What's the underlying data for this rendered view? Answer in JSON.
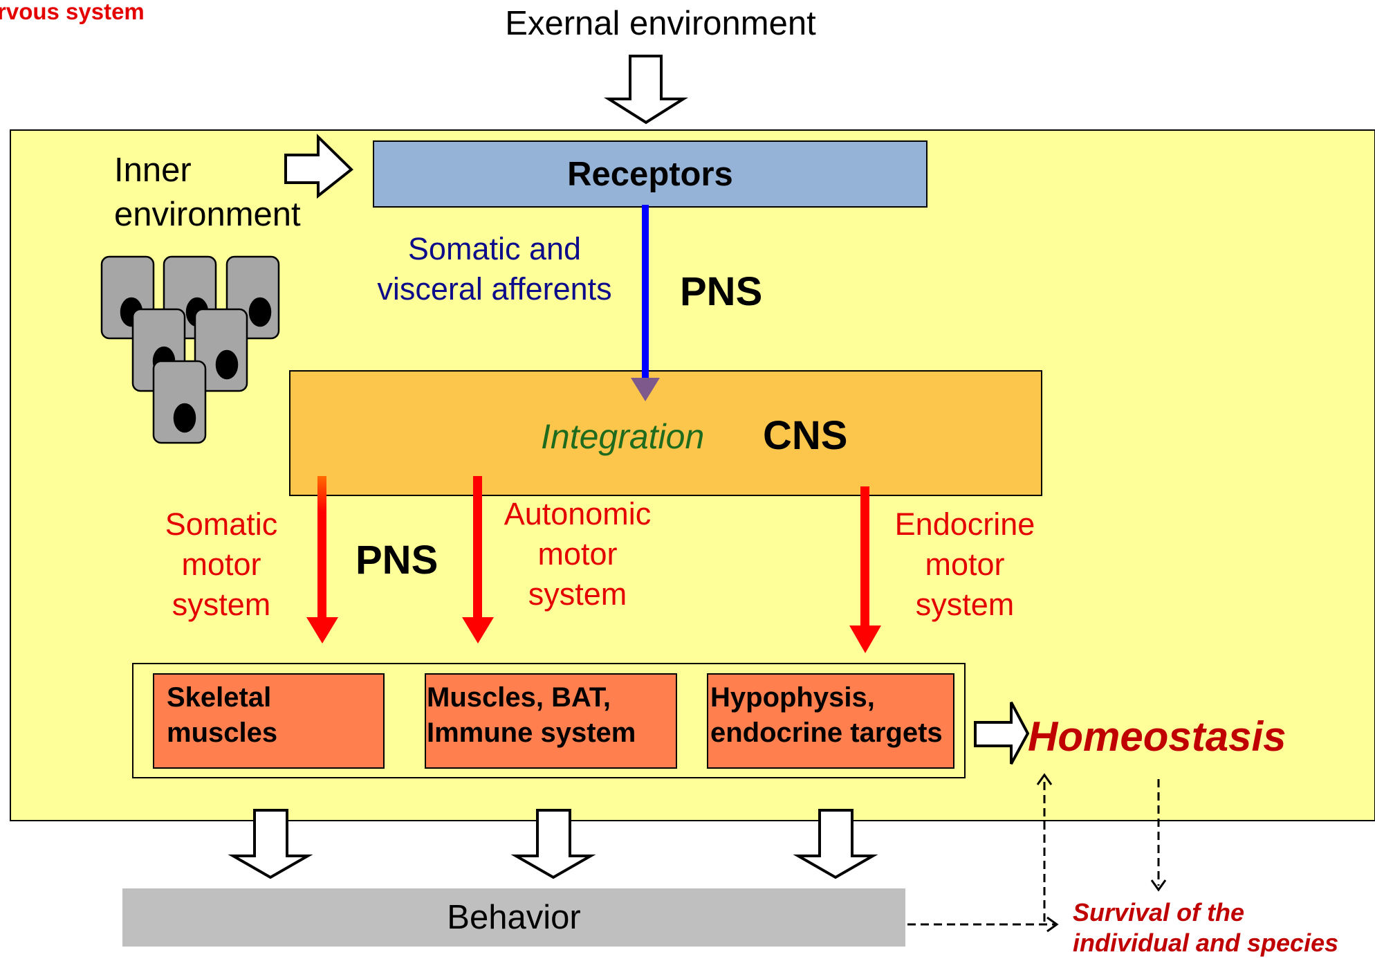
{
  "header": {
    "corner_title": "rvous system"
  },
  "external_environment": "Exernal environment",
  "inner_environment": {
    "line1": "Inner",
    "line2": "environment"
  },
  "receptors": "Receptors",
  "afferents": {
    "line1": "Somatic and",
    "line2": "visceral afferents"
  },
  "pns_upper": "PNS",
  "cns_box": {
    "integration": "Integration",
    "cns": "CNS"
  },
  "motor_systems": {
    "somatic": [
      "Somatic",
      "motor",
      "system"
    ],
    "autonomic": [
      "Autonomic",
      "motor",
      "system"
    ],
    "endocrine": [
      "Endocrine",
      "motor",
      "system"
    ]
  },
  "pns_lower": "PNS",
  "effectors": {
    "skeletal": [
      "Skeletal",
      "muscles"
    ],
    "muscles_bat": [
      "Muscles, BAT,",
      "Immune system"
    ],
    "hypophysis": [
      "Hypophysis,",
      "endocrine targets"
    ]
  },
  "homeostasis": "Homeostasis",
  "behavior": "Behavior",
  "survival": {
    "line1": "Survival of the",
    "line2": "individual and species"
  },
  "colors": {
    "environment_fill": "#FFFF99",
    "receptors_fill": "#95B3D7",
    "cns_fill": "#FCC64C",
    "effector_fill": "#FF7F4E",
    "behavior_fill": "#BFBFBF",
    "red_text": "#E50000",
    "blue_text": "#0D0D8C",
    "green_text": "#1E6B1E",
    "homeostasis_red": "#C00000"
  }
}
